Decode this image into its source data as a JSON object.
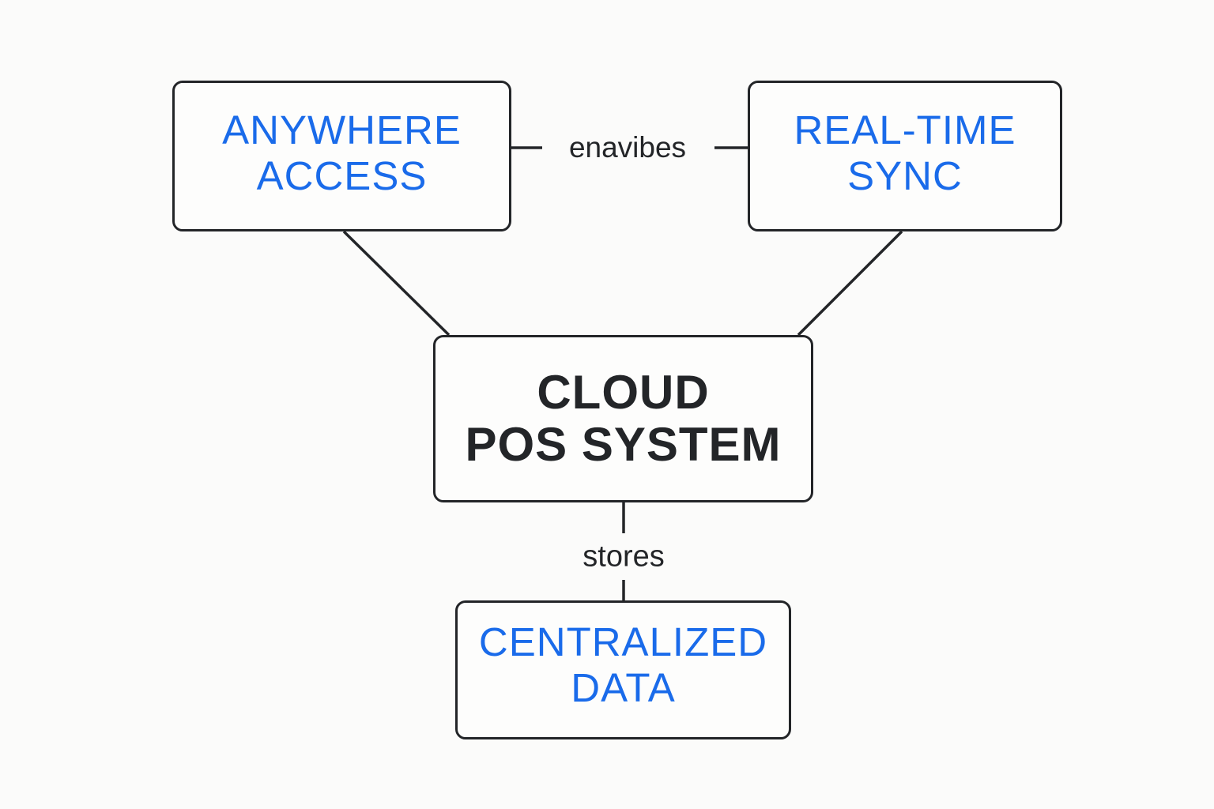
{
  "diagram": {
    "type": "concept-map",
    "colors": {
      "background": "#fbfbfa",
      "stroke": "#232528",
      "feature_text": "#1a6bea",
      "core_text": "#232528"
    },
    "nodes": {
      "anywhere_access": {
        "lines": [
          "ANYWHERE",
          "ACCESS"
        ]
      },
      "real_time_sync": {
        "lines": [
          "REAL-TIME",
          "SYNC"
        ]
      },
      "cloud_pos_system": {
        "lines": [
          "CLOUD",
          "POS SYSTEM"
        ]
      },
      "centralized_data": {
        "lines": [
          "CENTRALIZED",
          "DATA"
        ]
      }
    },
    "edges": [
      {
        "from": "anywhere_access",
        "to": "real_time_sync",
        "label": "enavibes"
      },
      {
        "from": "anywhere_access",
        "to": "cloud_pos_system",
        "label": ""
      },
      {
        "from": "real_time_sync",
        "to": "cloud_pos_system",
        "label": ""
      },
      {
        "from": "cloud_pos_system",
        "to": "centralized_data",
        "label": "stores"
      }
    ]
  }
}
